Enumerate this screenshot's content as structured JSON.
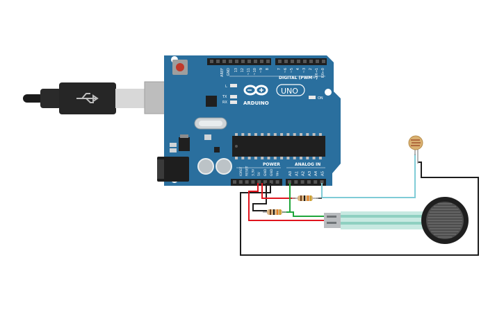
{
  "board": {
    "brand": "ARDUINO",
    "model": "UNO",
    "digital_header_label": "DIGITAL (PWM~)",
    "power_header_label": "POWER",
    "analog_header_label": "ANALOG IN",
    "led_labels": {
      "l": "L",
      "tx": "TX",
      "rx": "RX",
      "on": "ON"
    },
    "digital_pins": [
      "AREF",
      "GND",
      "13",
      "12",
      "~11",
      "~10",
      "~9",
      "8",
      "7",
      "~6",
      "~5",
      "4",
      "~3",
      "2",
      "TX→1",
      "RX←0"
    ],
    "power_pins": [
      "IOREF",
      "RESET",
      "3.3V",
      "5V",
      "GND",
      "GND",
      "Vin"
    ],
    "analog_pins": [
      "A0",
      "A1",
      "A2",
      "A3",
      "A4",
      "A5"
    ]
  },
  "components": [
    "usb-cable",
    "arduino-uno",
    "resistor",
    "resistor",
    "photoresistor",
    "force-sensitive-resistor"
  ],
  "colors": {
    "board": "#2a6f9e",
    "wire_red": "#e0141d",
    "wire_black": "#1c1c1c",
    "wire_green": "#1fa53a",
    "wire_cyan": "#7fcbd6",
    "fsr_trace": "#a5dccf"
  }
}
